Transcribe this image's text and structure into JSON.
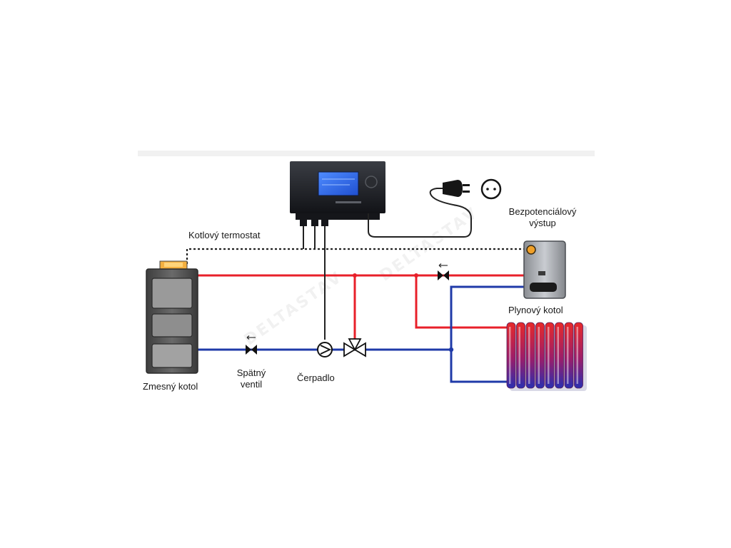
{
  "labels": {
    "kotlovy_termostat": "Kotlový termostat",
    "bezpotencialovy_line1": "Bezpotenciálový",
    "bezpotencialovy_line2": "výstup",
    "plynovy_kotol": "Plynový kotol",
    "zmesny_kotol": "Zmesný kotol",
    "spatny_line1": "Spätný",
    "spatny_line2": "ventil",
    "cerpadlo": "Čerpadlo"
  },
  "watermark": "DELTASTAV",
  "colors": {
    "supply": "#e8202a",
    "return": "#1f3aa8",
    "cable": "#222222",
    "controller": "#1b1d22",
    "display": "#2f6df0"
  },
  "icons": [
    "controller-device",
    "power-plug-icon",
    "wall-socket-icon",
    "solid-fuel-boiler",
    "gas-boiler",
    "check-valve-icon",
    "pump-icon",
    "three-way-valve-icon",
    "radiator"
  ]
}
